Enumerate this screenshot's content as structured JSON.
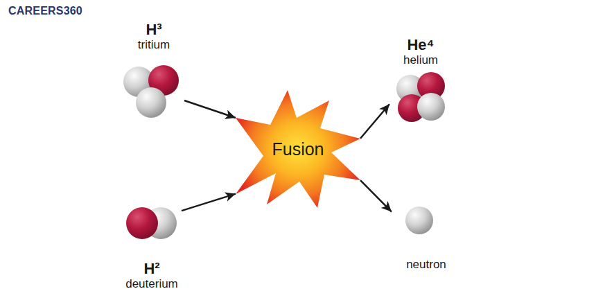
{
  "diagram": {
    "nodes": [
      {
        "text": [
          "H³",
          "tritium"
        ]
      },
      {
        "text": [
          "Fusion"
        ]
      },
      {
        "text": [
          "He⁴",
          "helium"
        ]
      },
      {
        "text": [
          "H²",
          "deuterium"
        ]
      },
      {
        "text": [
          "neutron"
        ]
      }
    ],
    "edges": [
      {
        "from": 0,
        "to": 1,
        "arrow": "to"
      },
      {
        "from": 3,
        "to": 1,
        "arrow": "to"
      },
      {
        "from": 1,
        "to": 2,
        "arrow": "to"
      },
      {
        "from": 1,
        "to": 4,
        "arrow": "to"
      }
    ],
    "labels": [
      "CAREERS360"
    ]
  }
}
